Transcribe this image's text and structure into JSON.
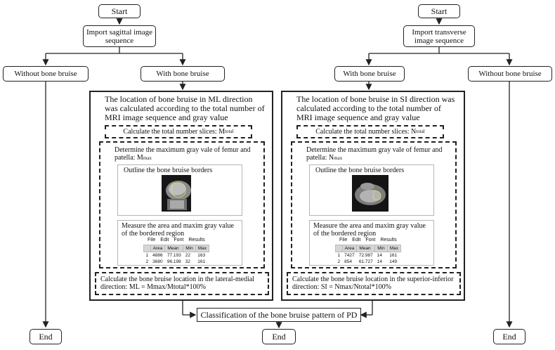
{
  "left": {
    "start": "Start",
    "import": "Import sagittal image sequence",
    "without": "Without bone bruise",
    "with": "With bone bruise",
    "main_text": "The location of bone bruise in ML direction was calculated according to the total number of MRI image sequence and gray value",
    "total_slices": "Calculate the total number slices: M",
    "total_slices_sub": "total",
    "determine": "Determine the maximum gray vale of femur and patella: M",
    "determine_sub": "max",
    "outline": "Outline the bone bruise borders",
    "measure": "Measure the area and maxim gray value of the bordered region",
    "menu": [
      "File",
      "Edit",
      "Font",
      "Results"
    ],
    "table": {
      "headers": [
        "",
        "Area",
        "Mean",
        "Min",
        "Max"
      ],
      "rows": [
        [
          "1",
          "4886",
          "77.193",
          "22",
          "163"
        ],
        [
          "2",
          "3680",
          "96.198",
          "32",
          "161"
        ]
      ]
    },
    "calc": "Calculate the bone bruise location in the lateral-medial direction: ML = Mmax/Mtotal*100%",
    "end_without": "End"
  },
  "right": {
    "start": "Start",
    "import": "Import transverse image sequence",
    "without": "Without bone bruise",
    "with": "With bone bruise",
    "main_text": "The location of bone bruise in SI direction was calculated according to the total number of MRI image sequence and gray value",
    "total_slices": "Calculate the total number slices: N",
    "total_slices_sub": "total",
    "determine": "Determine the maximum gray vale of femur and patella: N",
    "determine_sub": "max",
    "outline": "Outline the bone bruise borders",
    "measure": "Measure the area and maxim gray value of the bordered region",
    "menu": [
      "File",
      "Edit",
      "Font",
      "Results"
    ],
    "table": {
      "headers": [
        "",
        "Area",
        "Mean",
        "Min",
        "Max"
      ],
      "rows": [
        [
          "1",
          "7427",
          "72.987",
          "14",
          "161"
        ],
        [
          "2",
          "854",
          "61.727",
          "14",
          "149"
        ]
      ]
    },
    "calc": "Calculate the bone bruise location in the superior-inferior direction: SI = Nmax/Ntotal*100%",
    "end_without": "End"
  },
  "classification": "Classification of the bone bruise pattern of PD",
  "end_center": "End"
}
